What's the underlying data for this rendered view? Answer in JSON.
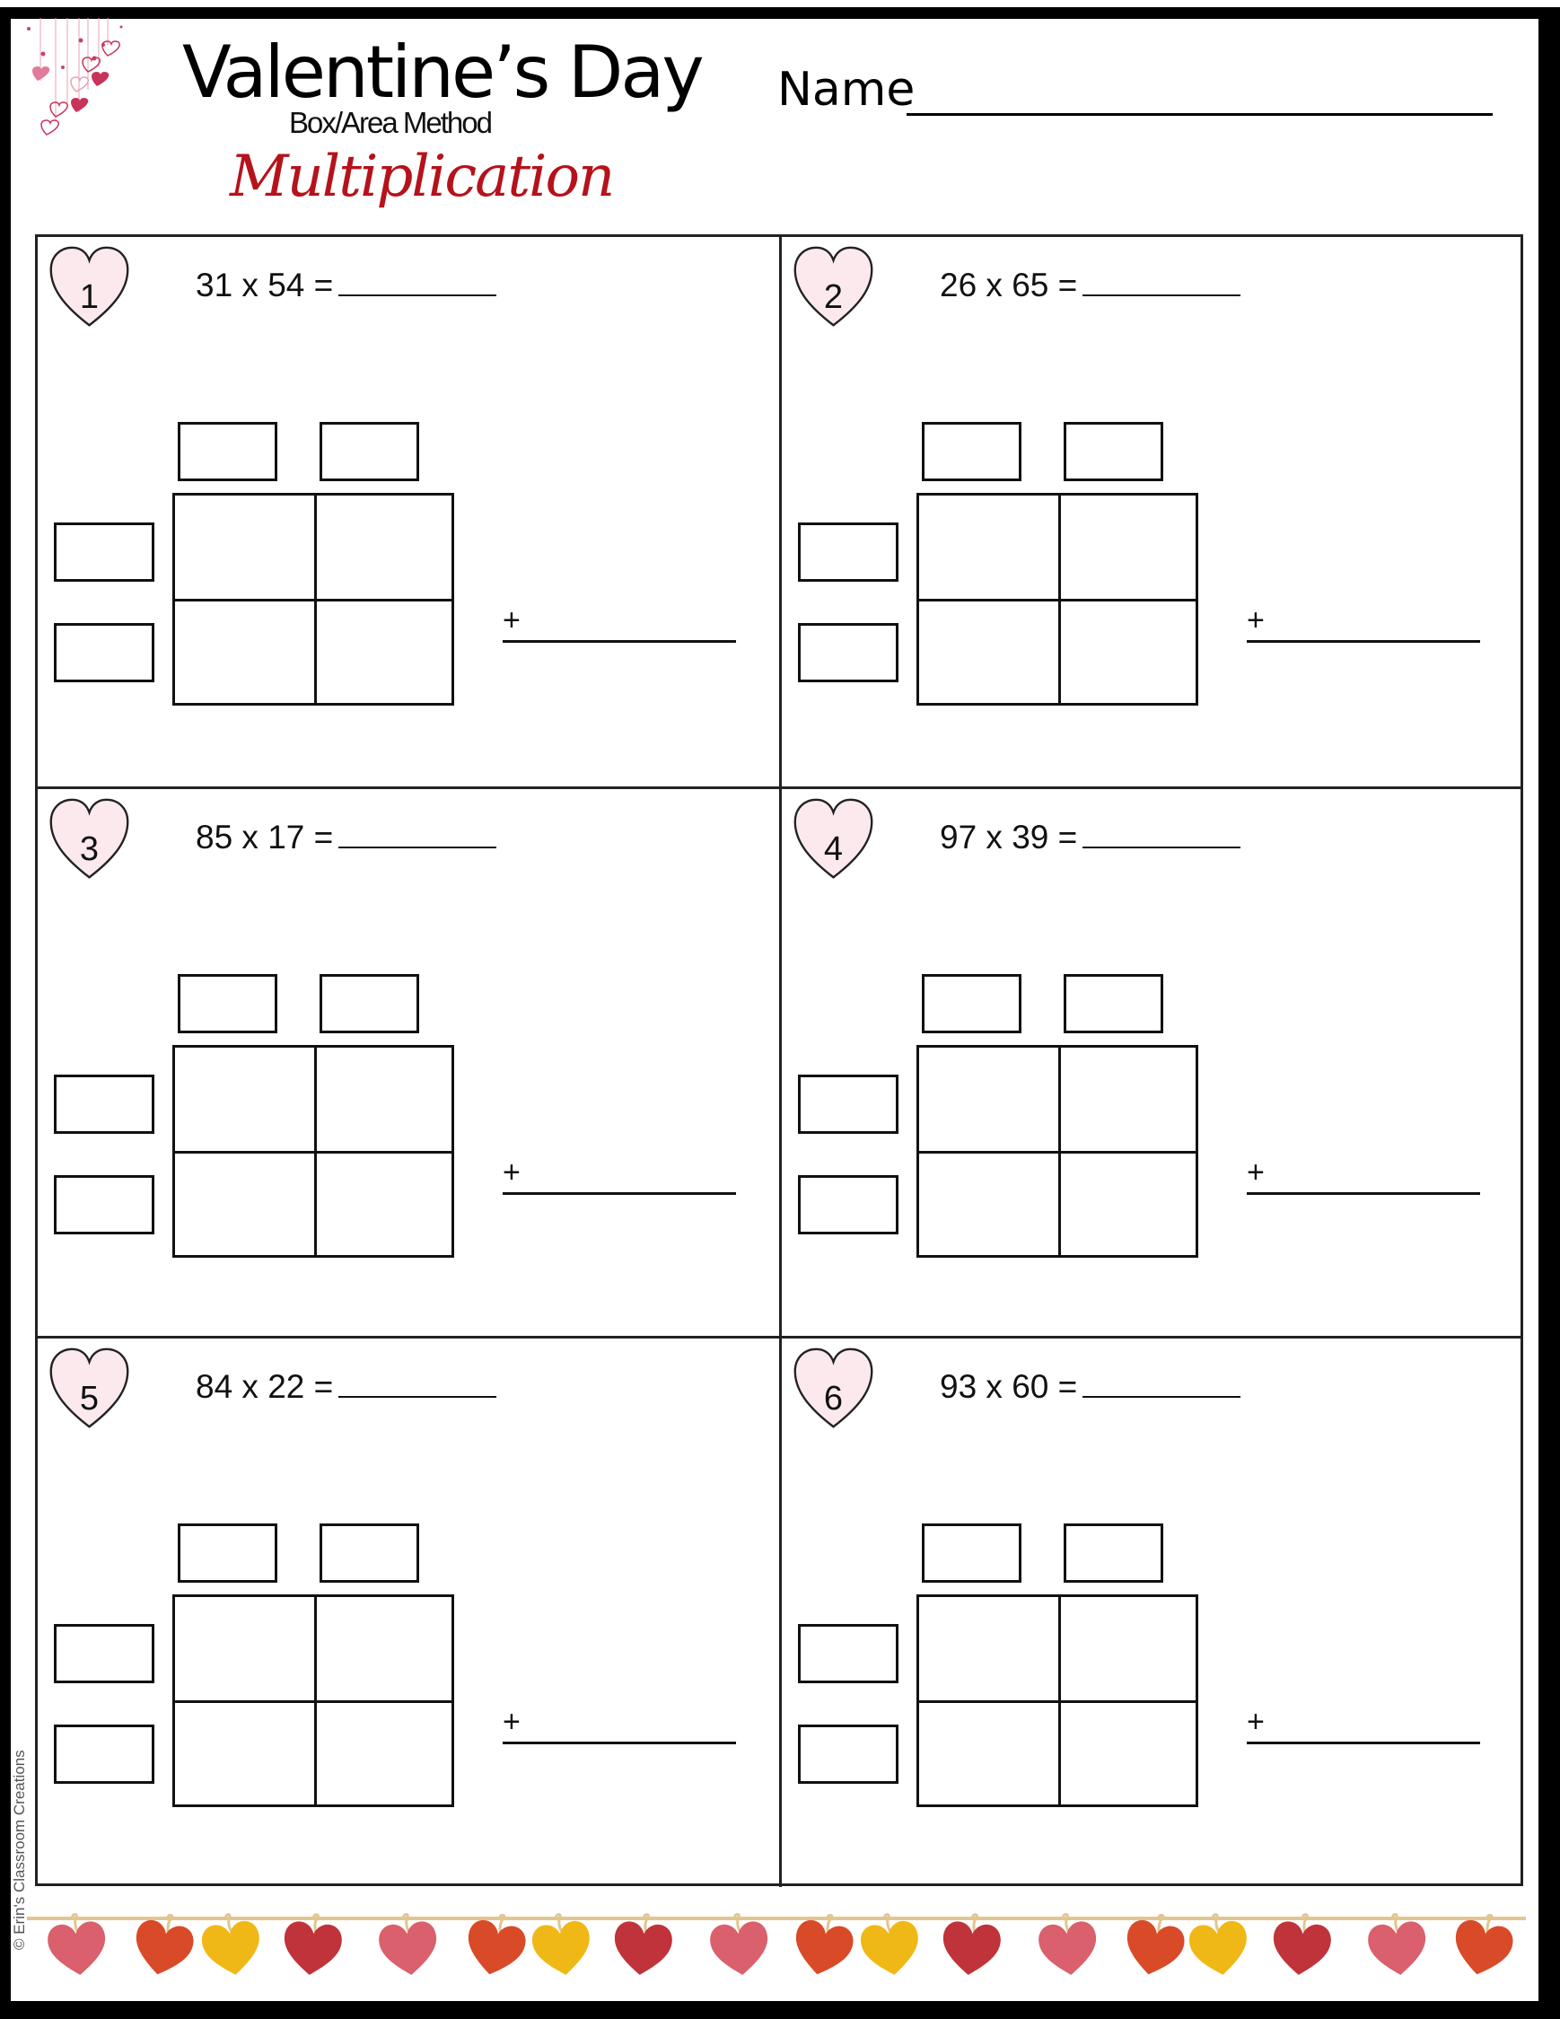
{
  "header": {
    "title": "Valentine’s Day",
    "subtitle": "Box/Area Method",
    "script_title": "Multiplication",
    "name_label": "Name"
  },
  "problems": [
    {
      "number": "1",
      "expression": "31 x 54 ="
    },
    {
      "number": "2",
      "expression": "26 x 65 ="
    },
    {
      "number": "3",
      "expression": "85 x 17 ="
    },
    {
      "number": "4",
      "expression": "97 x 39 ="
    },
    {
      "number": "5",
      "expression": "84 x 22 ="
    },
    {
      "number": "6",
      "expression": "93 x 60 ="
    }
  ],
  "plus_sign": "+",
  "copyright": "© Erin's Classroom Creations",
  "colors": {
    "accent_red": "#b5121b",
    "heart_fill": "#fbe9ee",
    "garland": [
      "#d9606c",
      "#d94a28",
      "#f0b816",
      "#c0333a"
    ],
    "string": "#e2c690"
  },
  "icons": {
    "number_badge": "heart-icon",
    "decoration": "hanging-hearts-icon",
    "border": "heart-garland-icon"
  }
}
